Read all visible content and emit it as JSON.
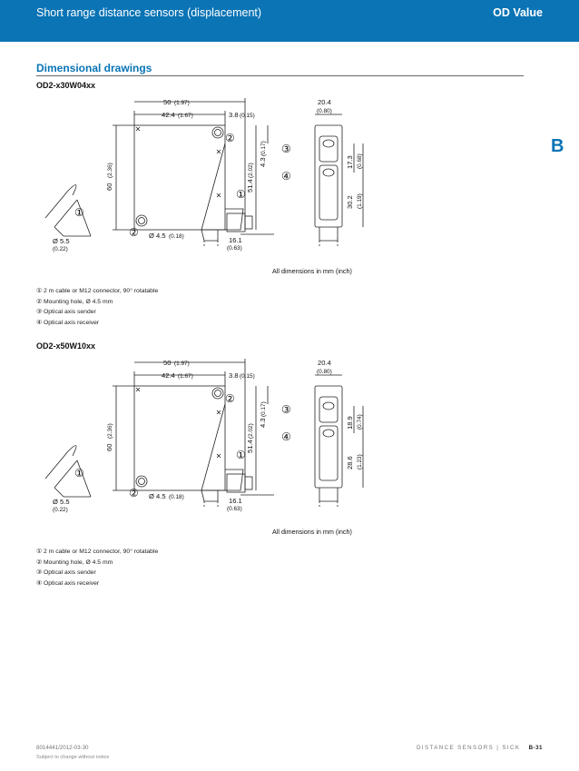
{
  "header": {
    "title": "Short range distance sensors (displacement)",
    "product": "OD Value"
  },
  "side_tab": "B",
  "section": {
    "title": "Dimensional drawings"
  },
  "drawings": [
    {
      "model": "OD2-x30W04xx",
      "dims": {
        "width_total": "50",
        "width_total_in": "(1.97)",
        "width_inner": "42.4",
        "width_inner_in": "(1.67)",
        "offset": "3.8",
        "offset_in": "(0.15)",
        "height": "60",
        "height_in": "(2.36)",
        "height_axis": "51.4",
        "height_axis_in": "(2.02)",
        "top_offset": "4.3",
        "top_offset_in": "(0.17)",
        "front_width": "20.4",
        "front_width_in": "(0.80)",
        "axis_sender": "17.3",
        "axis_sender_in": "(0.68)",
        "axis_receiver": "30.2",
        "axis_receiver_in": "(1.19)",
        "hole": "Ø 4.5",
        "hole_in": "(0.18)",
        "connector": "16.1",
        "connector_in": "(0.63)",
        "cable": "Ø 5.5",
        "cable_in": "(0.22)"
      },
      "note": "All dimensions in mm (inch)",
      "legend": [
        "① 2 m cable or M12 connector, 90° rotatable",
        "② Mounting hole, Ø 4.5 mm",
        "③ Optical axis sender",
        "④ Optical axis receiver"
      ]
    },
    {
      "model": "OD2-x50W10xx",
      "dims": {
        "width_total": "50",
        "width_total_in": "(1.97)",
        "width_inner": "42.4",
        "width_inner_in": "(1.67)",
        "offset": "3.8",
        "offset_in": "(0.15)",
        "height": "60",
        "height_in": "(2.36)",
        "height_axis": "51.4",
        "height_axis_in": "(2.02)",
        "top_offset": "4.3",
        "top_offset_in": "(0.17)",
        "front_width": "20.4",
        "front_width_in": "(0.80)",
        "axis_sender": "18.9",
        "axis_sender_in": "(0.74)",
        "axis_receiver": "28.6",
        "axis_receiver_in": "(1.23)",
        "hole": "Ø 4.5",
        "hole_in": "(0.18)",
        "connector": "16.1",
        "connector_in": "(0.63)",
        "cable": "Ø 5.5",
        "cable_in": "(0.22)"
      },
      "note": "All dimensions in mm (inch)",
      "legend": [
        "① 2 m cable or M12 connector, 90° rotatable",
        "② Mounting hole, Ø 4.5 mm",
        "③ Optical axis sender",
        "④ Optical axis receiver"
      ]
    }
  ],
  "markers": {
    "m1": "①",
    "m2": "②",
    "m3": "③",
    "m4": "④"
  },
  "footer": {
    "doc": "8014441/2012-03-30",
    "subject": "Subject to change without notice",
    "section": "DISTANCE SENSORS | SICK",
    "page": "B-31"
  }
}
